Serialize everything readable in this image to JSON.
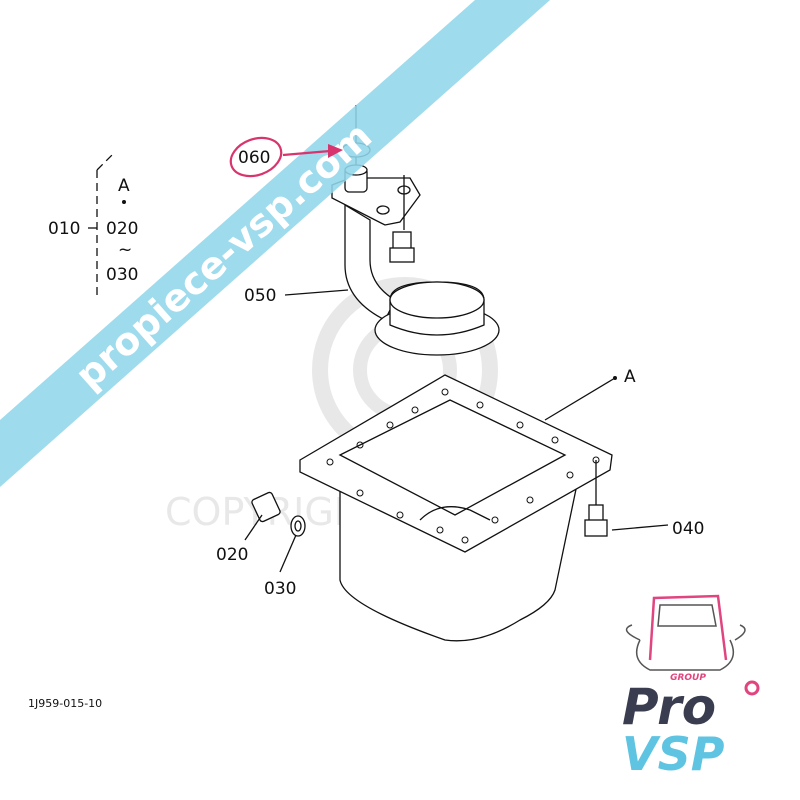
{
  "diagram": {
    "legend": {
      "assembly": "010",
      "from": "020",
      "to": "030",
      "ref_point": "A"
    },
    "callouts": [
      {
        "id": "060",
        "highlighted": true
      },
      {
        "id": "050"
      },
      {
        "id": "040"
      },
      {
        "id": "020"
      },
      {
        "id": "030"
      }
    ],
    "ref_point_label": "A",
    "drawing_number": "1J959-015-10"
  },
  "watermark": {
    "banner_text": "propiece-vsp.com",
    "copyright_text": "COPYRIGHT ProVSP"
  },
  "logo": {
    "group": "GROUP",
    "pro": "Pro",
    "vsp": "VSP"
  },
  "colors": {
    "banner": "#8fd6ea",
    "highlight": "#d8346e",
    "logo_dark": "#3a3d50",
    "logo_blue": "#5ec4e2",
    "logo_pink": "#e0457f"
  }
}
